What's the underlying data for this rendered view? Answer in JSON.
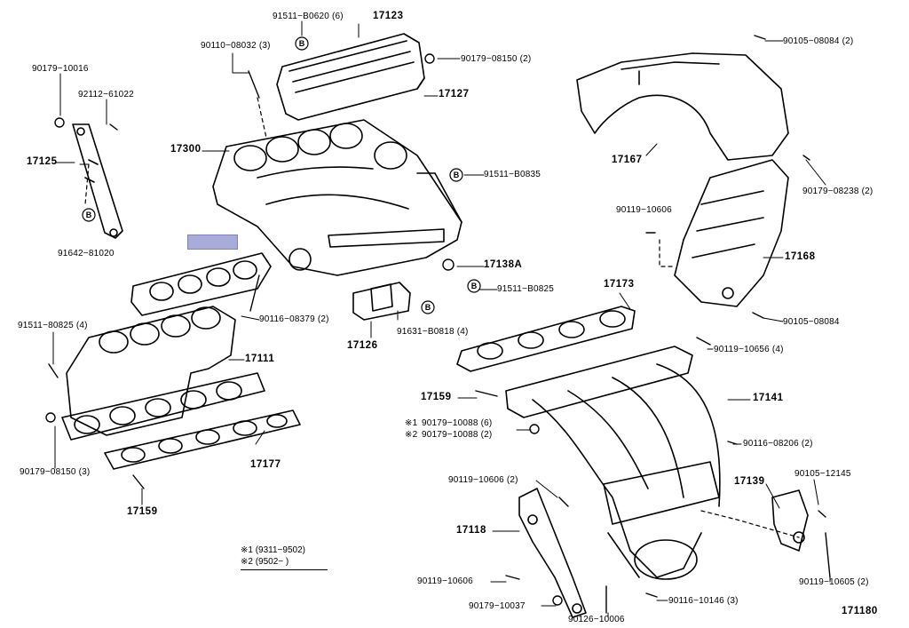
{
  "diagram_number": "171180",
  "callouts": {
    "c91511_B0620": "91511−B0620 (6)",
    "c17123": "17123",
    "c90110_08032": "90110−08032 (3)",
    "c90179_08150_2": "90179−08150 (2)",
    "c90105_08084_2": "90105−08084 (2)",
    "c90179_10016": "90179−10016",
    "c92112_61022": "92112−61022",
    "c17127": "17127",
    "c17300": "17300",
    "c17125": "17125",
    "c91511_B0835": "91511−B0835",
    "c17167": "17167",
    "c90179_08238": "90179−08238 (2)",
    "c91642_81020": "91642−81020",
    "c90119_10606_a": "90119−10606",
    "c17138A": "17138A",
    "c91511_B0825_a": "91511−B0825",
    "c17168": "17168",
    "c17173": "17173",
    "c91511_80825_4": "91511−80825 (4)",
    "c90116_08379": "90116−08379 (2)",
    "c91631_B0818": "91631−B0818 (4)",
    "c17126": "17126",
    "c90105_08084": "90105−08084",
    "c90119_10656": "90119−10656 (4)",
    "c17111": "17111",
    "c17159_a": "17159",
    "c17141": "17141",
    "c90179_10088_6": "90179−10088 (6)",
    "c90179_10088_2": "90179−10088 (2)",
    "mark1": "※1",
    "mark2": "※2",
    "c90116_08206": "90116−08206 (2)",
    "c90179_08150_3": "90179−08150 (3)",
    "c17177": "17177",
    "c90119_10606_2": "90119−10606 (2)",
    "c17139": "17139",
    "c90105_12145": "90105−12145",
    "c17159_b": "17159",
    "c17118": "17118",
    "c90119_10606_b": "90119−10606",
    "c90179_10037": "90179−10037",
    "c90126_10006": "90126−10006",
    "c90116_10146": "90116−10146 (3)",
    "c90119_10605": "90119−10605 (2)"
  },
  "bolt_mark": "B",
  "notes": {
    "line1": "※1 (9311−9502)",
    "line2": "※2 (9502−        )"
  }
}
